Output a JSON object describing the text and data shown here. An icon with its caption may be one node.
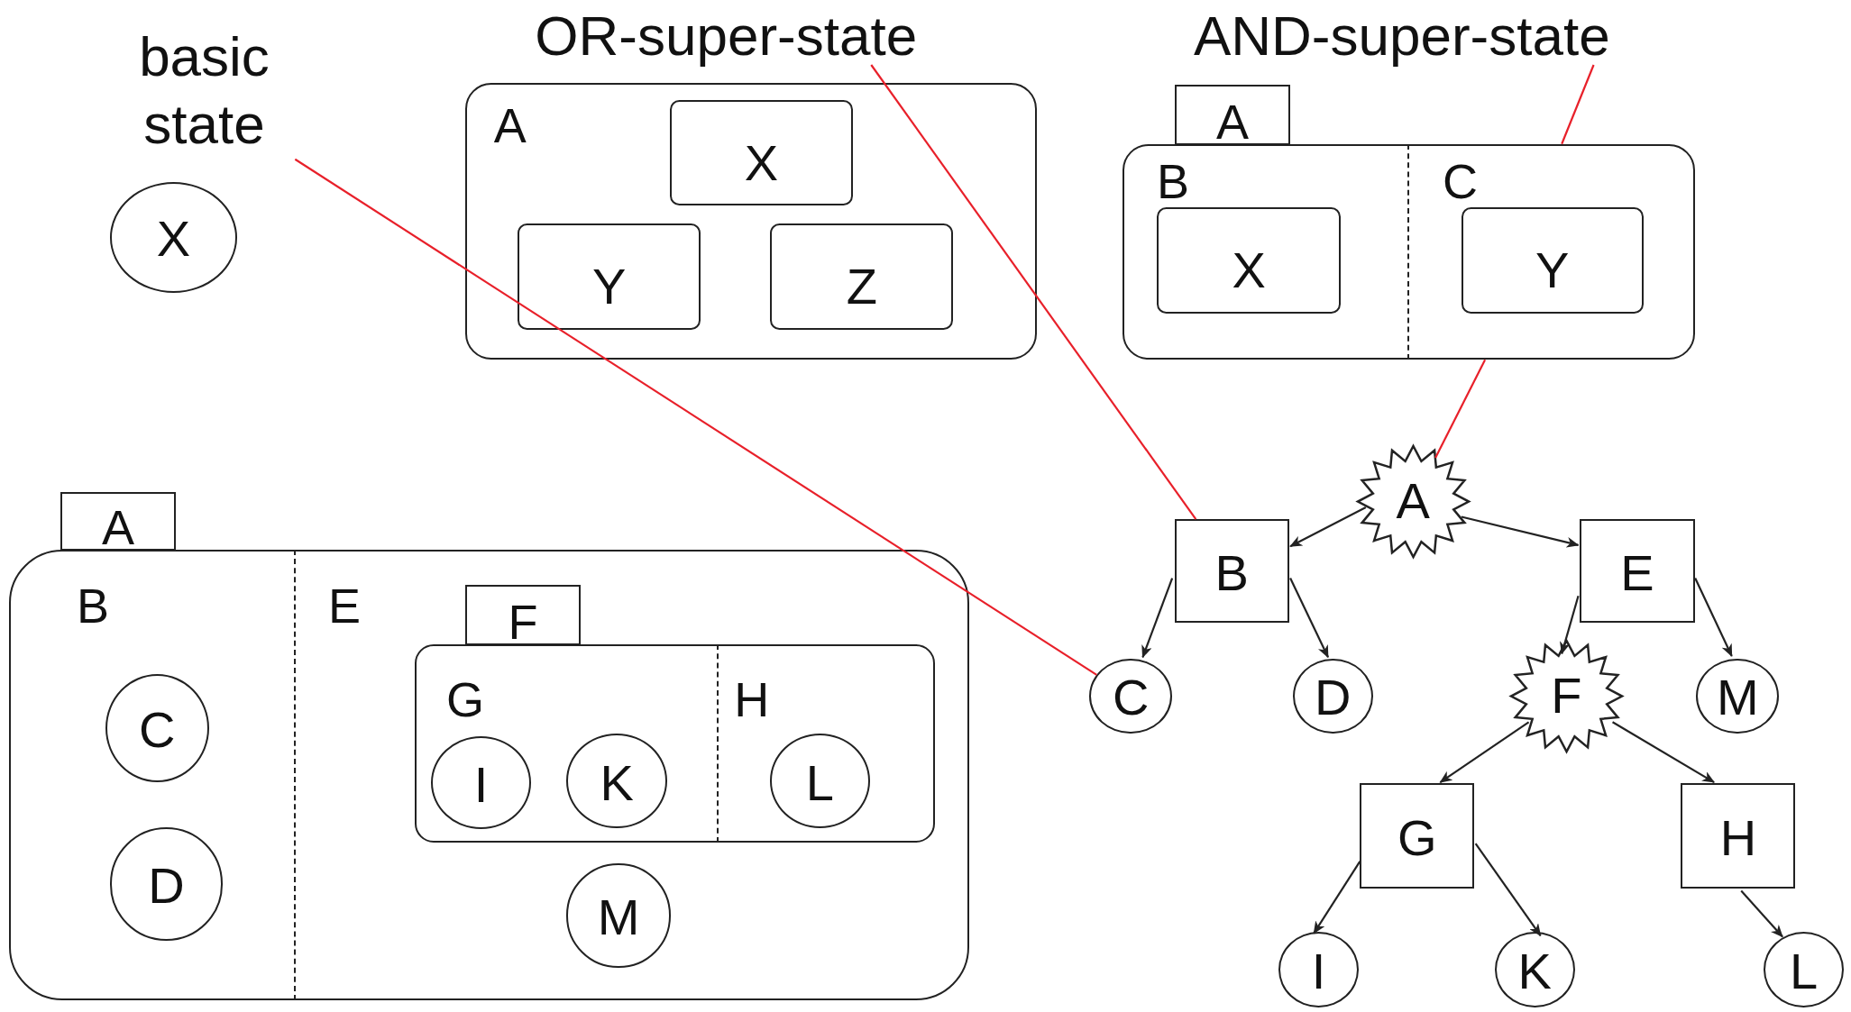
{
  "diagram": {
    "nodes": [
      {
        "text": [
          "basic state"
        ]
      },
      {
        "text": [
          "X"
        ]
      },
      {
        "text": [
          "OR-super-state"
        ]
      },
      {
        "text": [
          "A"
        ]
      },
      {
        "text": [
          "X"
        ],
        "in": 3
      },
      {
        "text": [
          "Y"
        ],
        "in": 3
      },
      {
        "text": [
          "Z"
        ],
        "in": 3
      },
      {
        "text": [
          "AND-super-state"
        ]
      },
      {
        "text": [
          "A"
        ]
      },
      {
        "text": [
          "B"
        ],
        "in": 8
      },
      {
        "text": [
          "X"
        ],
        "in": 9
      },
      {
        "text": [
          "C"
        ],
        "in": 8
      },
      {
        "text": [
          "Y"
        ],
        "in": 11
      },
      {
        "text": [
          "A"
        ]
      },
      {
        "text": [
          "B"
        ],
        "in": 13
      },
      {
        "text": [
          "C"
        ],
        "in": 14
      },
      {
        "text": [
          "D"
        ],
        "in": 14
      },
      {
        "text": [
          "E"
        ],
        "in": 13
      },
      {
        "text": [
          "F"
        ],
        "in": 17
      },
      {
        "text": [
          "G"
        ],
        "in": 18
      },
      {
        "text": [
          "I"
        ],
        "in": 19
      },
      {
        "text": [
          "K"
        ],
        "in": 19
      },
      {
        "text": [
          "H"
        ],
        "in": 18
      },
      {
        "text": [
          "L"
        ],
        "in": 22
      },
      {
        "text": [
          "M"
        ],
        "in": 17
      },
      {
        "text": [
          "A"
        ]
      },
      {
        "text": [
          "B"
        ]
      },
      {
        "text": [
          "E"
        ]
      },
      {
        "text": [
          "C"
        ]
      },
      {
        "text": [
          "D"
        ]
      },
      {
        "text": [
          "F"
        ]
      },
      {
        "text": [
          "M"
        ]
      },
      {
        "text": [
          "G"
        ]
      },
      {
        "text": [
          "H"
        ]
      },
      {
        "text": [
          "I"
        ]
      },
      {
        "text": [
          "K"
        ]
      },
      {
        "text": [
          "L"
        ]
      }
    ],
    "edges": [
      {
        "from": 0,
        "to": 28,
        "arrow": "none",
        "color": "#e8202a"
      },
      {
        "from": 2,
        "to": 26,
        "arrow": "none",
        "color": "#e8202a"
      },
      {
        "from": 7,
        "to": 8,
        "arrow": "none",
        "color": "#e8202a"
      },
      {
        "from": 8,
        "to": 25,
        "arrow": "none",
        "color": "#e8202a"
      },
      {
        "from": 25,
        "to": 26,
        "arrow": "to"
      },
      {
        "from": 25,
        "to": 27,
        "arrow": "to"
      },
      {
        "from": 26,
        "to": 28,
        "arrow": "to"
      },
      {
        "from": 26,
        "to": 29,
        "arrow": "to"
      },
      {
        "from": 27,
        "to": 30,
        "arrow": "to"
      },
      {
        "from": 27,
        "to": 31,
        "arrow": "to"
      },
      {
        "from": 30,
        "to": 32,
        "arrow": "to"
      },
      {
        "from": 30,
        "to": 33,
        "arrow": "to"
      },
      {
        "from": 32,
        "to": 34,
        "arrow": "to"
      },
      {
        "from": 32,
        "to": 35,
        "arrow": "to"
      },
      {
        "from": 33,
        "to": 36,
        "arrow": "to"
      }
    ]
  }
}
